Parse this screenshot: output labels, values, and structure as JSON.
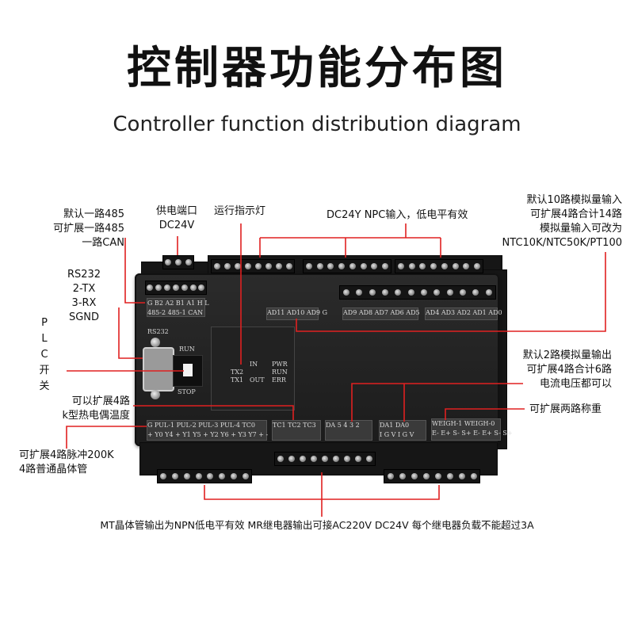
{
  "title": "控制器功能分布图",
  "subtitle": "Controller function distribution diagram",
  "annotations": {
    "rs485": [
      "默认一路485",
      "可扩展一路485",
      "一路CAN"
    ],
    "power": [
      "供电端口",
      "DC24V"
    ],
    "indicator": "运行指示灯",
    "npc_input": "DC24Y NPC输入，低电平有效",
    "analog_input": [
      "默认10路模拟量输入",
      "可扩展4路合计14路",
      "模拟量输入可改为",
      "NTC10K/NTC50K/PT100"
    ],
    "rs232": [
      "RS232",
      "2-TX",
      "3-RX",
      "SGND"
    ],
    "plc_switch": [
      "P",
      "L",
      "C",
      "开",
      "关"
    ],
    "analog_output": [
      "默认2路模拟量输出",
      "可扩展4路合计6路",
      "电流电压都可以"
    ],
    "thermocouple": [
      "可以扩展4路",
      "k型热电偶温度"
    ],
    "weigh": "可扩展两路称重",
    "pulse": [
      "可扩展4路脉冲200K",
      "4路普通晶体管"
    ],
    "output_note": "MT晶体管输出为NPN低电平有效 MR继电器输出可接AC220V DC24V 每个继电器负载不能超过3A"
  },
  "device": {
    "port_label_rs232": "RS232",
    "run_label": "RUN",
    "stop_label": "STOP",
    "strip_485": "G B2 A2 B1 A1 H L",
    "strip_485_sub": "485-2 485-1 CAN",
    "strip_ai1": "AD11 AD10 AD9 G",
    "strip_ai2": "AD9 AD8 AD7 AD6 AD5",
    "strip_ai3": "AD4 AD3 AD2 AD1 AD0",
    "strip_pul": "G PUL-1 PUL-2 PUL-3 PUL-4 TC0",
    "strip_pul_sub": "+ Y0 Y4 + Y1 Y5 + Y2 Y6 + Y3 Y7 + -",
    "strip_tc": "TC1 TC2 TC3",
    "strip_da": "DA 5 4 3 2",
    "strip_da2": "DA1 DA0",
    "strip_da2_sub": "I G V I G V",
    "strip_weigh": "WEIGH-1 WEIGH-0",
    "strip_weigh_sub": "E- E+ S- S+ E- E+ S- S+",
    "led_tx2": "TX2",
    "led_tx1": "TX1",
    "led_in": "IN",
    "led_out": "OUT",
    "led_pwr": "PWR",
    "led_run": "RUN",
    "led_err": "ERR"
  },
  "colors": {
    "callout_line": "#e02020",
    "device_body": "#222222",
    "text": "#111111"
  }
}
